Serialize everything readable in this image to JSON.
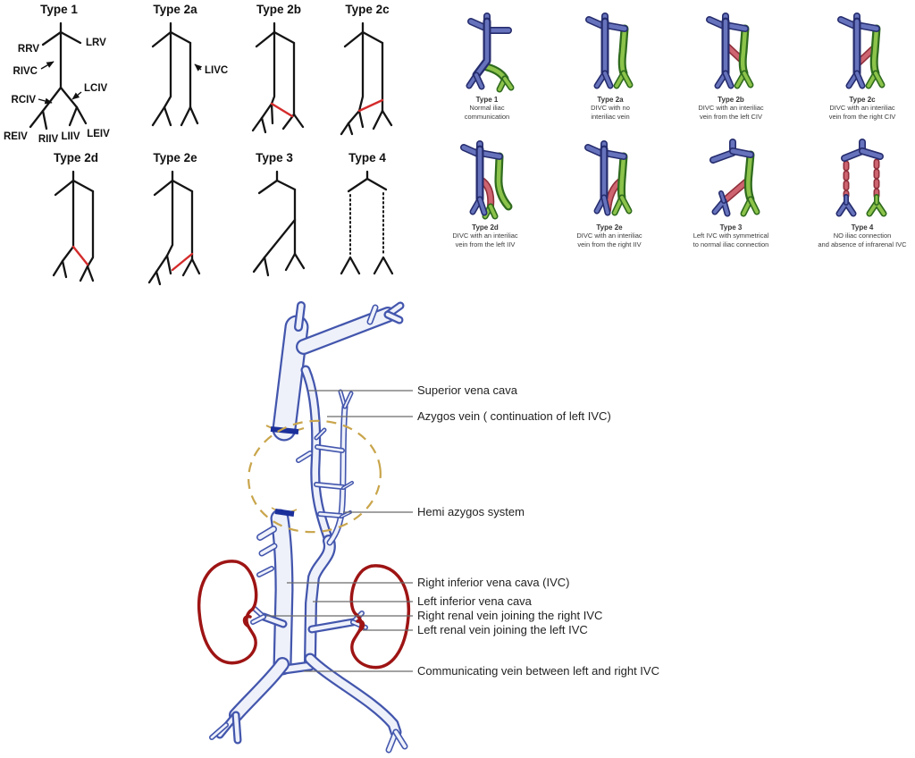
{
  "colors": {
    "line_black": "#141414",
    "interiliac_red": "#d42b2b",
    "vessel_blue_fill": "#6673bc",
    "vessel_blue_outline": "#262d6e",
    "vessel_green_fill": "#8cc34a",
    "vessel_green_outline": "#2f6b1e",
    "vessel_red_fill": "#cd6470",
    "vessel_red_outline": "#8f2f3a",
    "sketch_blue": "#4356ad",
    "kidney_red": "#9e1414",
    "dashed_oval_tan": "#c9a54b",
    "cut_bar_blue": "#1b2f9b"
  },
  "line_panel": {
    "figures": [
      {
        "title": "Type 1",
        "labels": {
          "rrv": "RRV",
          "lrv": "LRV",
          "rivc": "RIVC",
          "rciv": "RCIV",
          "lciv": "LCIV",
          "reiv": "REIV",
          "riiv": "RIIV",
          "liiv": "LIIV",
          "leiv": "LEIV"
        }
      },
      {
        "title": "Type 2a",
        "labels": {
          "livc": "LIVC"
        }
      },
      {
        "title": "Type 2b"
      },
      {
        "title": "Type 2c"
      },
      {
        "title": "Type 2d"
      },
      {
        "title": "Type 2e"
      },
      {
        "title": "Type 3"
      },
      {
        "title": "Type 4"
      }
    ]
  },
  "color_panel": {
    "figures": [
      {
        "title": "Type 1",
        "caption_line1": "Normal iliac",
        "caption_line2": "communication"
      },
      {
        "title": "Type 2a",
        "caption_line1": "DIVC with no",
        "caption_line2": "interiliac vein"
      },
      {
        "title": "Type 2b",
        "caption_line1": "DIVC with an interiliac",
        "caption_line2": "vein from the left CIV"
      },
      {
        "title": "Type 2c",
        "caption_line1": "DIVC with an interiliac",
        "caption_line2": "vein from the right CIV"
      },
      {
        "title": "Type 2d",
        "caption_line1": "DIVC with an interiliac",
        "caption_line2": "vein from the left IIV"
      },
      {
        "title": "Type 2e",
        "caption_line1": "DIVC with an interiliac",
        "caption_line2": "vein from the right IIV"
      },
      {
        "title": "Type 3",
        "caption_line1": "Left IVC with symmetrical",
        "caption_line2": "to normal iliac connection"
      },
      {
        "title": "Type 4",
        "caption_line1": "NO iliac connection",
        "caption_line2": "and absence of infrarenal IVC"
      }
    ]
  },
  "anatomy": {
    "labels": [
      {
        "text": "Superior vena cava"
      },
      {
        "text": "Azygos vein ( continuation of left IVC)"
      },
      {
        "text": "Hemi azygos system"
      },
      {
        "text": "Right inferior vena cava (IVC)"
      },
      {
        "text": "Left inferior vena cava"
      },
      {
        "text": "Right renal vein joining the right IVC"
      },
      {
        "text": "Left renal vein joining the left IVC"
      },
      {
        "text": "Communicating vein between left and right IVC"
      }
    ]
  }
}
